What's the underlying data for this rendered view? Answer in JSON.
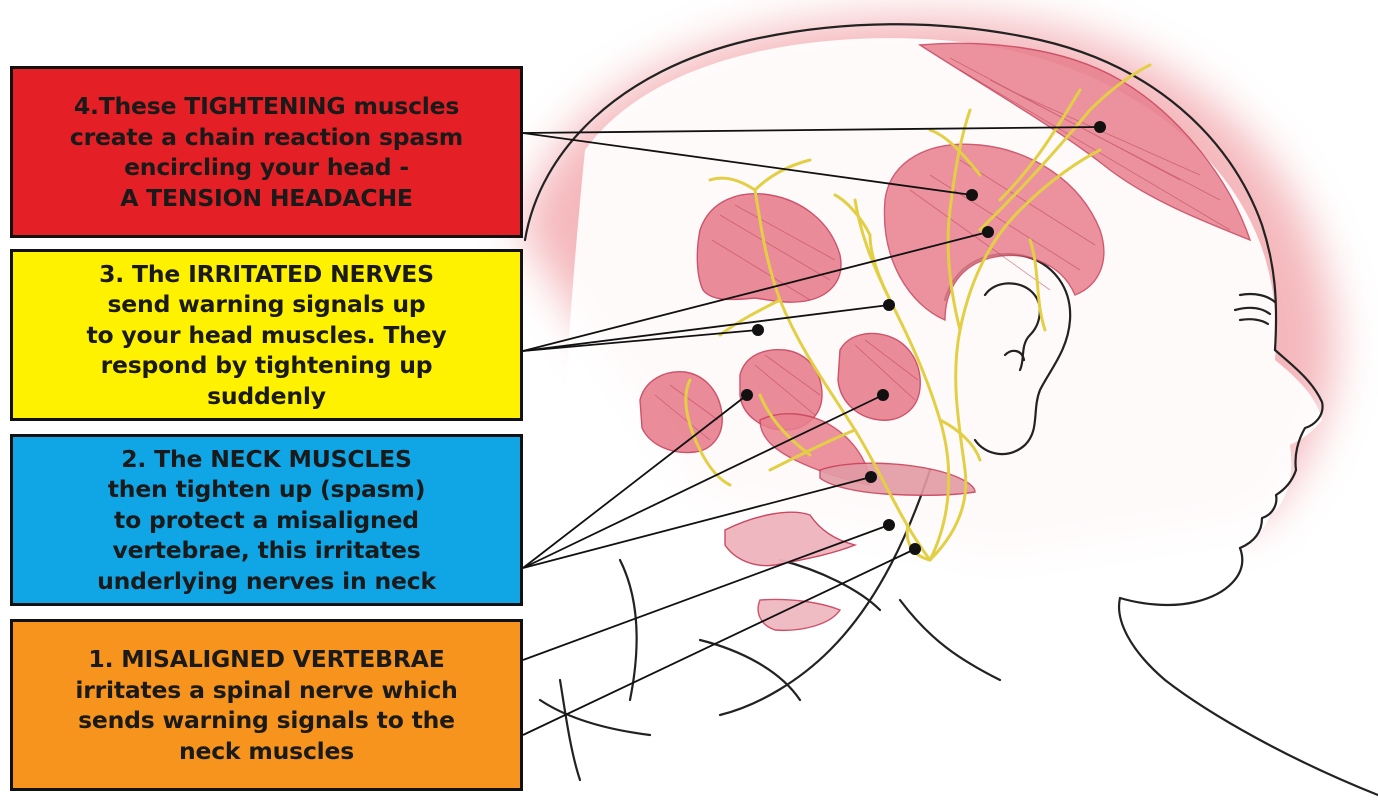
{
  "colors": {
    "step4": "#e42026",
    "step3": "#fff200",
    "step2": "#10a6e6",
    "step1": "#f7941d",
    "muscle": "#e8808f",
    "nerve": "#e8d44a",
    "glow": "#f3a0a6"
  },
  "steps": [
    {
      "id": "step-4",
      "color_key": "step4",
      "lines": [
        "4.These TIGHTENING muscles",
        "create a chain reaction spasm",
        "encircling your head -",
        "A TENSION HEADACHE"
      ]
    },
    {
      "id": "step-3",
      "color_key": "step3",
      "lines": [
        "3. The IRRITATED NERVES",
        "send warning signals up",
        "to your head muscles. They",
        "respond by tightening up",
        "suddenly"
      ]
    },
    {
      "id": "step-2",
      "color_key": "step2",
      "lines": [
        "2. The NECK MUSCLES",
        "then tighten up (spasm)",
        "to protect a misaligned",
        "vertebrae, this irritates",
        "underlying nerves in neck"
      ]
    },
    {
      "id": "step-1",
      "color_key": "step1",
      "lines": [
        "1. MISALIGNED VERTEBRAE",
        "irritates a spinal nerve which",
        "sends warning signals to the",
        "neck muscles"
      ]
    }
  ]
}
